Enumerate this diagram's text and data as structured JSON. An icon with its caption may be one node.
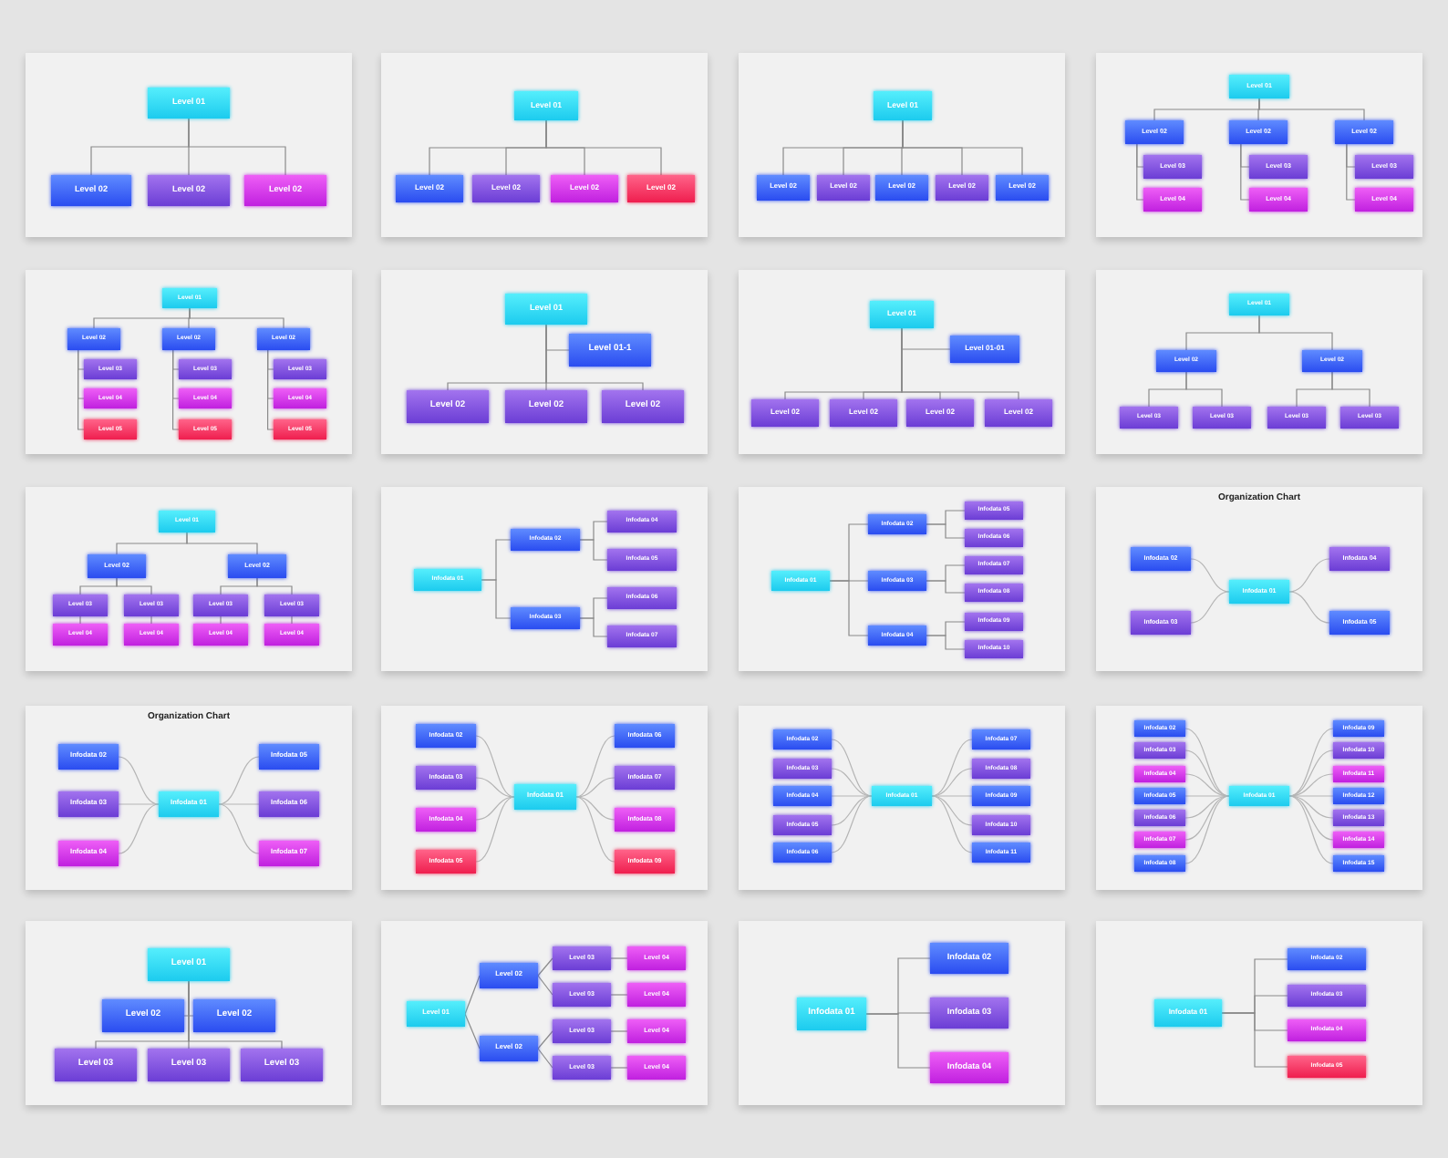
{
  "diagram": {
    "nodes": [
      {
        "text": [],
        "shape": "box"
      },
      {
        "text": [
          "Level 01"
        ],
        "in": 0
      },
      {
        "text": [
          "Level 02"
        ],
        "in": 0
      },
      {
        "text": [
          "Level 02"
        ],
        "in": 0
      },
      {
        "text": [
          "Level 02"
        ],
        "in": 0
      },
      {
        "text": [],
        "shape": "box"
      },
      {
        "text": [
          "Level 01"
        ],
        "in": 5
      },
      {
        "text": [
          "Level 02"
        ],
        "in": 5
      },
      {
        "text": [
          "Level 02"
        ],
        "in": 5
      },
      {
        "text": [
          "Level 02"
        ],
        "in": 5
      },
      {
        "text": [
          "Level 02"
        ],
        "in": 5
      },
      {
        "text": [],
        "shape": "box"
      },
      {
        "text": [
          "Level 01"
        ],
        "in": 11
      },
      {
        "text": [
          "Level 02"
        ],
        "in": 11
      },
      {
        "text": [
          "Level 02"
        ],
        "in": 11
      },
      {
        "text": [
          "Level 02"
        ],
        "in": 11
      },
      {
        "text": [
          "Level 02"
        ],
        "in": 11
      },
      {
        "text": [
          "Level 02"
        ],
        "in": 11
      },
      {
        "text": [],
        "shape": "box"
      },
      {
        "text": [
          "Level 01"
        ],
        "in": 18
      },
      {
        "text": [
          "Level 02"
        ],
        "in": 18
      },
      {
        "text": [
          "Level 02"
        ],
        "in": 18
      },
      {
        "text": [
          "Level 02"
        ],
        "in": 18
      },
      {
        "text": [
          "Level 03"
        ],
        "in": 18
      },
      {
        "text": [
          "Level 03"
        ],
        "in": 18
      },
      {
        "text": [
          "Level 03"
        ],
        "in": 18
      },
      {
        "text": [
          "Level 04"
        ],
        "in": 18
      },
      {
        "text": [
          "Level 04"
        ],
        "in": 18
      },
      {
        "text": [
          "Level 04"
        ],
        "in": 18
      },
      {
        "text": [],
        "shape": "box"
      },
      {
        "text": [
          "Level 01"
        ],
        "in": 29
      },
      {
        "text": [
          "Level 02"
        ],
        "in": 29
      },
      {
        "text": [
          "Level 02"
        ],
        "in": 29
      },
      {
        "text": [
          "Level 02"
        ],
        "in": 29
      },
      {
        "text": [
          "Level 03"
        ],
        "in": 29
      },
      {
        "text": [
          "Level 03"
        ],
        "in": 29
      },
      {
        "text": [
          "Level 03"
        ],
        "in": 29
      },
      {
        "text": [
          "Level 04"
        ],
        "in": 29
      },
      {
        "text": [
          "Level 04"
        ],
        "in": 29
      },
      {
        "text": [
          "Level 04"
        ],
        "in": 29
      },
      {
        "text": [
          "Level 05"
        ],
        "in": 29
      },
      {
        "text": [
          "Level 05"
        ],
        "in": 29
      },
      {
        "text": [
          "Level 05"
        ],
        "in": 29
      },
      {
        "text": [],
        "shape": "box"
      },
      {
        "text": [
          "Level 01"
        ],
        "in": 43
      },
      {
        "text": [
          "Level 01-1"
        ],
        "in": 43
      },
      {
        "text": [
          "Level 02"
        ],
        "in": 43
      },
      {
        "text": [
          "Level 02"
        ],
        "in": 43
      },
      {
        "text": [
          "Level 02"
        ],
        "in": 43
      },
      {
        "text": [],
        "shape": "box"
      },
      {
        "text": [
          "Level 01"
        ],
        "in": 49
      },
      {
        "text": [
          "Level 01-01"
        ],
        "in": 49
      },
      {
        "text": [
          "Level 02"
        ],
        "in": 49
      },
      {
        "text": [
          "Level 02"
        ],
        "in": 49
      },
      {
        "text": [
          "Level 02"
        ],
        "in": 49
      },
      {
        "text": [
          "Level 02"
        ],
        "in": 49
      },
      {
        "text": [],
        "shape": "box"
      },
      {
        "text": [
          "Level 01"
        ],
        "in": 56
      },
      {
        "text": [
          "Level 02"
        ],
        "in": 56
      },
      {
        "text": [
          "Level 02"
        ],
        "in": 56
      },
      {
        "text": [
          "Level 03"
        ],
        "in": 56
      },
      {
        "text": [
          "Level 03"
        ],
        "in": 56
      },
      {
        "text": [
          "Level 03"
        ],
        "in": 56
      },
      {
        "text": [
          "Level 03"
        ],
        "in": 56
      },
      {
        "text": [],
        "shape": "box"
      },
      {
        "text": [
          "Level 01"
        ],
        "in": 64
      },
      {
        "text": [
          "Level 02"
        ],
        "in": 64
      },
      {
        "text": [
          "Level 02"
        ],
        "in": 64
      },
      {
        "text": [
          "Level 03"
        ],
        "in": 64
      },
      {
        "text": [
          "Level 03"
        ],
        "in": 64
      },
      {
        "text": [
          "Level 03"
        ],
        "in": 64
      },
      {
        "text": [
          "Level 03"
        ],
        "in": 64
      },
      {
        "text": [
          "Level 04"
        ],
        "in": 64
      },
      {
        "text": [
          "Level 04"
        ],
        "in": 64
      },
      {
        "text": [
          "Level 04"
        ],
        "in": 64
      },
      {
        "text": [
          "Level 04"
        ],
        "in": 64
      },
      {
        "text": [],
        "shape": "box"
      },
      {
        "text": [
          "Infodata 01"
        ],
        "in": 76
      },
      {
        "text": [
          "Infodata 02"
        ],
        "in": 76
      },
      {
        "text": [
          "Infodata 03"
        ],
        "in": 76
      },
      {
        "text": [
          "Infodata 04"
        ],
        "in": 76
      },
      {
        "text": [
          "Infodata 05"
        ],
        "in": 76
      },
      {
        "text": [
          "Infodata 06"
        ],
        "in": 76
      },
      {
        "text": [
          "Infodata 07"
        ],
        "in": 76
      },
      {
        "text": [],
        "shape": "box"
      },
      {
        "text": [
          "Infodata 01"
        ],
        "in": 84
      },
      {
        "text": [
          "Infodata 02"
        ],
        "in": 84
      },
      {
        "text": [
          "Infodata 03"
        ],
        "in": 84
      },
      {
        "text": [
          "Infodata 04"
        ],
        "in": 84
      },
      {
        "text": [
          "Infodata 05"
        ],
        "in": 84
      },
      {
        "text": [
          "Infodata 06"
        ],
        "in": 84
      },
      {
        "text": [
          "Infodata 07"
        ],
        "in": 84
      },
      {
        "text": [
          "Infodata 08"
        ],
        "in": 84
      },
      {
        "text": [
          "Infodata 09"
        ],
        "in": 84
      },
      {
        "text": [
          "Infodata 10"
        ],
        "in": 84
      },
      {
        "text": [
          "Organization Chart"
        ]
      },
      {
        "text": [
          "Infodata 01"
        ],
        "in": 95
      },
      {
        "text": [
          "Infodata 02"
        ],
        "in": 95
      },
      {
        "text": [
          "Infodata 03"
        ],
        "in": 95
      },
      {
        "text": [
          "Infodata 04"
        ],
        "in": 95
      },
      {
        "text": [
          "Infodata 05"
        ],
        "in": 95
      },
      {
        "text": [
          "Organization Chart"
        ]
      },
      {
        "text": [
          "Infodata 01"
        ],
        "in": 101
      },
      {
        "text": [
          "Infodata 02"
        ],
        "in": 101
      },
      {
        "text": [
          "Infodata 03"
        ],
        "in": 101
      },
      {
        "text": [
          "Infodata 04"
        ],
        "in": 101
      },
      {
        "text": [
          "Infodata 05"
        ],
        "in": 101
      },
      {
        "text": [
          "Infodata 06"
        ],
        "in": 101
      },
      {
        "text": [
          "Infodata 07"
        ],
        "in": 101
      },
      {
        "text": [],
        "shape": "box"
      },
      {
        "text": [
          "Infodata 01"
        ],
        "in": 109
      },
      {
        "text": [
          "Infodata 02"
        ],
        "in": 109
      },
      {
        "text": [
          "Infodata 03"
        ],
        "in": 109
      },
      {
        "text": [
          "Infodata 04"
        ],
        "in": 109
      },
      {
        "text": [
          "Infodata 05"
        ],
        "in": 109
      },
      {
        "text": [
          "Infodata 06"
        ],
        "in": 109
      },
      {
        "text": [
          "Infodata 07"
        ],
        "in": 109
      },
      {
        "text": [
          "Infodata 08"
        ],
        "in": 109
      },
      {
        "text": [
          "Infodata 09"
        ],
        "in": 109
      },
      {
        "text": [],
        "shape": "box"
      },
      {
        "text": [
          "Infodata 01"
        ],
        "in": 119
      },
      {
        "text": [
          "Infodata 02"
        ],
        "in": 119
      },
      {
        "text": [
          "Infodata 03"
        ],
        "in": 119
      },
      {
        "text": [
          "Infodata 04"
        ],
        "in": 119
      },
      {
        "text": [
          "Infodata 05"
        ],
        "in": 119
      },
      {
        "text": [
          "Infodata 06"
        ],
        "in": 119
      },
      {
        "text": [
          "Infodata 07"
        ],
        "in": 119
      },
      {
        "text": [
          "Infodata 08"
        ],
        "in": 119
      },
      {
        "text": [
          "Infodata 09"
        ],
        "in": 119
      },
      {
        "text": [
          "Infodata 10"
        ],
        "in": 119
      },
      {
        "text": [
          "Infodata 11"
        ],
        "in": 119
      },
      {
        "text": [],
        "shape": "box"
      },
      {
        "text": [
          "Infodata 01"
        ],
        "in": 131
      },
      {
        "text": [
          "Infodata 02"
        ],
        "in": 131
      },
      {
        "text": [
          "Infodata 03"
        ],
        "in": 131
      },
      {
        "text": [
          "Infodata 04"
        ],
        "in": 131
      },
      {
        "text": [
          "Infodata 05"
        ],
        "in": 131
      },
      {
        "text": [
          "Infodata 06"
        ],
        "in": 131
      },
      {
        "text": [
          "Infodata 07"
        ],
        "in": 131
      },
      {
        "text": [
          "Infodata 08"
        ],
        "in": 131
      },
      {
        "text": [
          "Infodata 09"
        ],
        "in": 131
      },
      {
        "text": [
          "Infodata 10"
        ],
        "in": 131
      },
      {
        "text": [
          "Infodata 11"
        ],
        "in": 131
      },
      {
        "text": [
          "Infodata 12"
        ],
        "in": 131
      },
      {
        "text": [
          "Infodata 13"
        ],
        "in": 131
      },
      {
        "text": [
          "Infodata 14"
        ],
        "in": 131
      },
      {
        "text": [
          "Infodata 15"
        ],
        "in": 131
      },
      {
        "text": [],
        "shape": "box"
      },
      {
        "text": [
          "Level 01"
        ],
        "in": 147
      },
      {
        "text": [
          "Level 02"
        ],
        "in": 147
      },
      {
        "text": [
          "Level 02"
        ],
        "in": 147
      },
      {
        "text": [
          "Level 03"
        ],
        "in": 147
      },
      {
        "text": [
          "Level 03"
        ],
        "in": 147
      },
      {
        "text": [
          "Level 03"
        ],
        "in": 147
      },
      {
        "text": [],
        "shape": "box"
      },
      {
        "text": [
          "Level 01"
        ],
        "in": 154
      },
      {
        "text": [
          "Level 02"
        ],
        "in": 154
      },
      {
        "text": [
          "Level 02"
        ],
        "in": 154
      },
      {
        "text": [
          "Level 03"
        ],
        "in": 154
      },
      {
        "text": [
          "Level 03"
        ],
        "in": 154
      },
      {
        "text": [
          "Level 03"
        ],
        "in": 154
      },
      {
        "text": [
          "Level 03"
        ],
        "in": 154
      },
      {
        "text": [
          "Level 04"
        ],
        "in": 154
      },
      {
        "text": [
          "Level 04"
        ],
        "in": 154
      },
      {
        "text": [
          "Level 04"
        ],
        "in": 154
      },
      {
        "text": [
          "Level 04"
        ],
        "in": 154
      },
      {
        "text": [],
        "shape": "box"
      },
      {
        "text": [
          "Infodata 01"
        ],
        "in": 166
      },
      {
        "text": [
          "Infodata 02"
        ],
        "in": 166
      },
      {
        "text": [
          "Infodata 03"
        ],
        "in": 166
      },
      {
        "text": [
          "Infodata 04"
        ],
        "in": 166
      },
      {
        "text": [],
        "shape": "box"
      },
      {
        "text": [
          "Infodata 01"
        ],
        "in": 171
      },
      {
        "text": [
          "Infodata 02"
        ],
        "in": 171
      },
      {
        "text": [
          "Infodata 03"
        ],
        "in": 171
      },
      {
        "text": [
          "Infodata 04"
        ],
        "in": 171
      },
      {
        "text": [
          "Infodata 05"
        ],
        "in": 171
      }
    ],
    "edges": [
      {
        "from": 1,
        "to": 2,
        "arrow": "none"
      },
      {
        "from": 1,
        "to": 3,
        "arrow": "none"
      },
      {
        "from": 1,
        "to": 4,
        "arrow": "none"
      },
      {
        "from": 6,
        "to": 7,
        "arrow": "none"
      },
      {
        "from": 6,
        "to": 8,
        "arrow": "none"
      },
      {
        "from": 6,
        "to": 9,
        "arrow": "none"
      },
      {
        "from": 6,
        "to": 10,
        "arrow": "none"
      },
      {
        "from": 12,
        "to": 13,
        "arrow": "none"
      },
      {
        "from": 12,
        "to": 14,
        "arrow": "none"
      },
      {
        "from": 12,
        "to": 15,
        "arrow": "none"
      },
      {
        "from": 12,
        "to": 16,
        "arrow": "none"
      },
      {
        "from": 12,
        "to": 17,
        "arrow": "none"
      },
      {
        "from": 19,
        "to": 20,
        "arrow": "none"
      },
      {
        "from": 19,
        "to": 21,
        "arrow": "none"
      },
      {
        "from": 19,
        "to": 22,
        "arrow": "none"
      },
      {
        "from": 20,
        "to": 23,
        "arrow": "none"
      },
      {
        "from": 20,
        "to": 26,
        "arrow": "none"
      },
      {
        "from": 21,
        "to": 24,
        "arrow": "none"
      },
      {
        "from": 21,
        "to": 27,
        "arrow": "none"
      },
      {
        "from": 22,
        "to": 25,
        "arrow": "none"
      },
      {
        "from": 22,
        "to": 28,
        "arrow": "none"
      },
      {
        "from": 30,
        "to": 31,
        "arrow": "none"
      },
      {
        "from": 30,
        "to": 32,
        "arrow": "none"
      },
      {
        "from": 30,
        "to": 33,
        "arrow": "none"
      },
      {
        "from": 31,
        "to": 34,
        "arrow": "none"
      },
      {
        "from": 31,
        "to": 37,
        "arrow": "none"
      },
      {
        "from": 31,
        "to": 40,
        "arrow": "none"
      },
      {
        "from": 32,
        "to": 35,
        "arrow": "none"
      },
      {
        "from": 32,
        "to": 38,
        "arrow": "none"
      },
      {
        "from": 32,
        "to": 41,
        "arrow": "none"
      },
      {
        "from": 33,
        "to": 36,
        "arrow": "none"
      },
      {
        "from": 33,
        "to": 39,
        "arrow": "none"
      },
      {
        "from": 33,
        "to": 42,
        "arrow": "none"
      },
      {
        "from": 44,
        "to": 45,
        "arrow": "none"
      },
      {
        "from": 44,
        "to": 46,
        "arrow": "none"
      },
      {
        "from": 44,
        "to": 47,
        "arrow": "none"
      },
      {
        "from": 44,
        "to": 48,
        "arrow": "none"
      },
      {
        "from": 50,
        "to": 51,
        "arrow": "none"
      },
      {
        "from": 50,
        "to": 52,
        "arrow": "none"
      },
      {
        "from": 50,
        "to": 53,
        "arrow": "none"
      },
      {
        "from": 50,
        "to": 54,
        "arrow": "none"
      },
      {
        "from": 50,
        "to": 55,
        "arrow": "none"
      },
      {
        "from": 57,
        "to": 58,
        "arrow": "none"
      },
      {
        "from": 57,
        "to": 59,
        "arrow": "none"
      },
      {
        "from": 58,
        "to": 60,
        "arrow": "none"
      },
      {
        "from": 58,
        "to": 61,
        "arrow": "none"
      },
      {
        "from": 59,
        "to": 62,
        "arrow": "none"
      },
      {
        "from": 59,
        "to": 63,
        "arrow": "none"
      },
      {
        "from": 65,
        "to": 66,
        "arrow": "none"
      },
      {
        "from": 65,
        "to": 67,
        "arrow": "none"
      },
      {
        "from": 66,
        "to": 68,
        "arrow": "none"
      },
      {
        "from": 66,
        "to": 69,
        "arrow": "none"
      },
      {
        "from": 67,
        "to": 70,
        "arrow": "none"
      },
      {
        "from": 67,
        "to": 71,
        "arrow": "none"
      },
      {
        "from": 68,
        "to": 72,
        "arrow": "none"
      },
      {
        "from": 69,
        "to": 73,
        "arrow": "none"
      },
      {
        "from": 70,
        "to": 74,
        "arrow": "none"
      },
      {
        "from": 71,
        "to": 75,
        "arrow": "none"
      },
      {
        "from": 77,
        "to": 78,
        "arrow": "none"
      },
      {
        "from": 77,
        "to": 79,
        "arrow": "none"
      },
      {
        "from": 78,
        "to": 80,
        "arrow": "none"
      },
      {
        "from": 78,
        "to": 81,
        "arrow": "none"
      },
      {
        "from": 79,
        "to": 82,
        "arrow": "none"
      },
      {
        "from": 79,
        "to": 83,
        "arrow": "none"
      },
      {
        "from": 85,
        "to": 86,
        "arrow": "none"
      },
      {
        "from": 85,
        "to": 87,
        "arrow": "none"
      },
      {
        "from": 85,
        "to": 88,
        "arrow": "none"
      },
      {
        "from": 86,
        "to": 89,
        "arrow": "none"
      },
      {
        "from": 86,
        "to": 90,
        "arrow": "none"
      },
      {
        "from": 87,
        "to": 91,
        "arrow": "none"
      },
      {
        "from": 87,
        "to": 92,
        "arrow": "none"
      },
      {
        "from": 88,
        "to": 93,
        "arrow": "none"
      },
      {
        "from": 88,
        "to": 94,
        "arrow": "none"
      },
      {
        "from": 96,
        "to": 97,
        "arrow": "none"
      },
      {
        "from": 96,
        "to": 98,
        "arrow": "none"
      },
      {
        "from": 96,
        "to": 99,
        "arrow": "none"
      },
      {
        "from": 96,
        "to": 100,
        "arrow": "none"
      },
      {
        "from": 102,
        "to": 103,
        "arrow": "none"
      },
      {
        "from": 102,
        "to": 104,
        "arrow": "none"
      },
      {
        "from": 102,
        "to": 105,
        "arrow": "none"
      },
      {
        "from": 102,
        "to": 106,
        "arrow": "none"
      },
      {
        "from": 102,
        "to": 107,
        "arrow": "none"
      },
      {
        "from": 102,
        "to": 108,
        "arrow": "none"
      },
      {
        "from": 110,
        "to": 111,
        "arrow": "none"
      },
      {
        "from": 110,
        "to": 112,
        "arrow": "none"
      },
      {
        "from": 110,
        "to": 113,
        "arrow": "none"
      },
      {
        "from": 110,
        "to": 114,
        "arrow": "none"
      },
      {
        "from": 110,
        "to": 115,
        "arrow": "none"
      },
      {
        "from": 110,
        "to": 116,
        "arrow": "none"
      },
      {
        "from": 110,
        "to": 117,
        "arrow": "none"
      },
      {
        "from": 110,
        "to": 118,
        "arrow": "none"
      },
      {
        "from": 120,
        "to": 121,
        "arrow": "none"
      },
      {
        "from": 120,
        "to": 122,
        "arrow": "none"
      },
      {
        "from": 120,
        "to": 123,
        "arrow": "none"
      },
      {
        "from": 120,
        "to": 124,
        "arrow": "none"
      },
      {
        "from": 120,
        "to": 125,
        "arrow": "none"
      },
      {
        "from": 120,
        "to": 126,
        "arrow": "none"
      },
      {
        "from": 120,
        "to": 127,
        "arrow": "none"
      },
      {
        "from": 120,
        "to": 128,
        "arrow": "none"
      },
      {
        "from": 120,
        "to": 129,
        "arrow": "none"
      },
      {
        "from": 120,
        "to": 130,
        "arrow": "none"
      },
      {
        "from": 132,
        "to": 133,
        "arrow": "none"
      },
      {
        "from": 132,
        "to": 134,
        "arrow": "none"
      },
      {
        "from": 132,
        "to": 135,
        "arrow": "none"
      },
      {
        "from": 132,
        "to": 136,
        "arrow": "none"
      },
      {
        "from": 132,
        "to": 137,
        "arrow": "none"
      },
      {
        "from": 132,
        "to": 138,
        "arrow": "none"
      },
      {
        "from": 132,
        "to": 139,
        "arrow": "none"
      },
      {
        "from": 132,
        "to": 140,
        "arrow": "none"
      },
      {
        "from": 132,
        "to": 141,
        "arrow": "none"
      },
      {
        "from": 132,
        "to": 142,
        "arrow": "none"
      },
      {
        "from": 132,
        "to": 143,
        "arrow": "none"
      },
      {
        "from": 132,
        "to": 144,
        "arrow": "none"
      },
      {
        "from": 132,
        "to": 145,
        "arrow": "none"
      },
      {
        "from": 132,
        "to": 146,
        "arrow": "none"
      },
      {
        "from": 148,
        "to": 149,
        "arrow": "none"
      },
      {
        "from": 148,
        "to": 150,
        "arrow": "none"
      },
      {
        "from": 148,
        "to": 151,
        "arrow": "none"
      },
      {
        "from": 148,
        "to": 152,
        "arrow": "none"
      },
      {
        "from": 148,
        "to": 153,
        "arrow": "none"
      },
      {
        "from": 155,
        "to": 156,
        "arrow": "none"
      },
      {
        "from": 155,
        "to": 157,
        "arrow": "none"
      },
      {
        "from": 156,
        "to": 158,
        "arrow": "none"
      },
      {
        "from": 156,
        "to": 159,
        "arrow": "none"
      },
      {
        "from": 157,
        "to": 160,
        "arrow": "none"
      },
      {
        "from": 157,
        "to": 161,
        "arrow": "none"
      },
      {
        "from": 158,
        "to": 162,
        "arrow": "none"
      },
      {
        "from": 159,
        "to": 163,
        "arrow": "none"
      },
      {
        "from": 160,
        "to": 164,
        "arrow": "none"
      },
      {
        "from": 161,
        "to": 165,
        "arrow": "none"
      },
      {
        "from": 167,
        "to": 168,
        "arrow": "none"
      },
      {
        "from": 167,
        "to": 169,
        "arrow": "none"
      },
      {
        "from": 167,
        "to": 170,
        "arrow": "none"
      },
      {
        "from": 172,
        "to": 173,
        "arrow": "none"
      },
      {
        "from": 172,
        "to": 174,
        "arrow": "none"
      },
      {
        "from": 172,
        "to": 175,
        "arrow": "none"
      },
      {
        "from": 172,
        "to": 176,
        "arrow": "none"
      }
    ]
  }
}
